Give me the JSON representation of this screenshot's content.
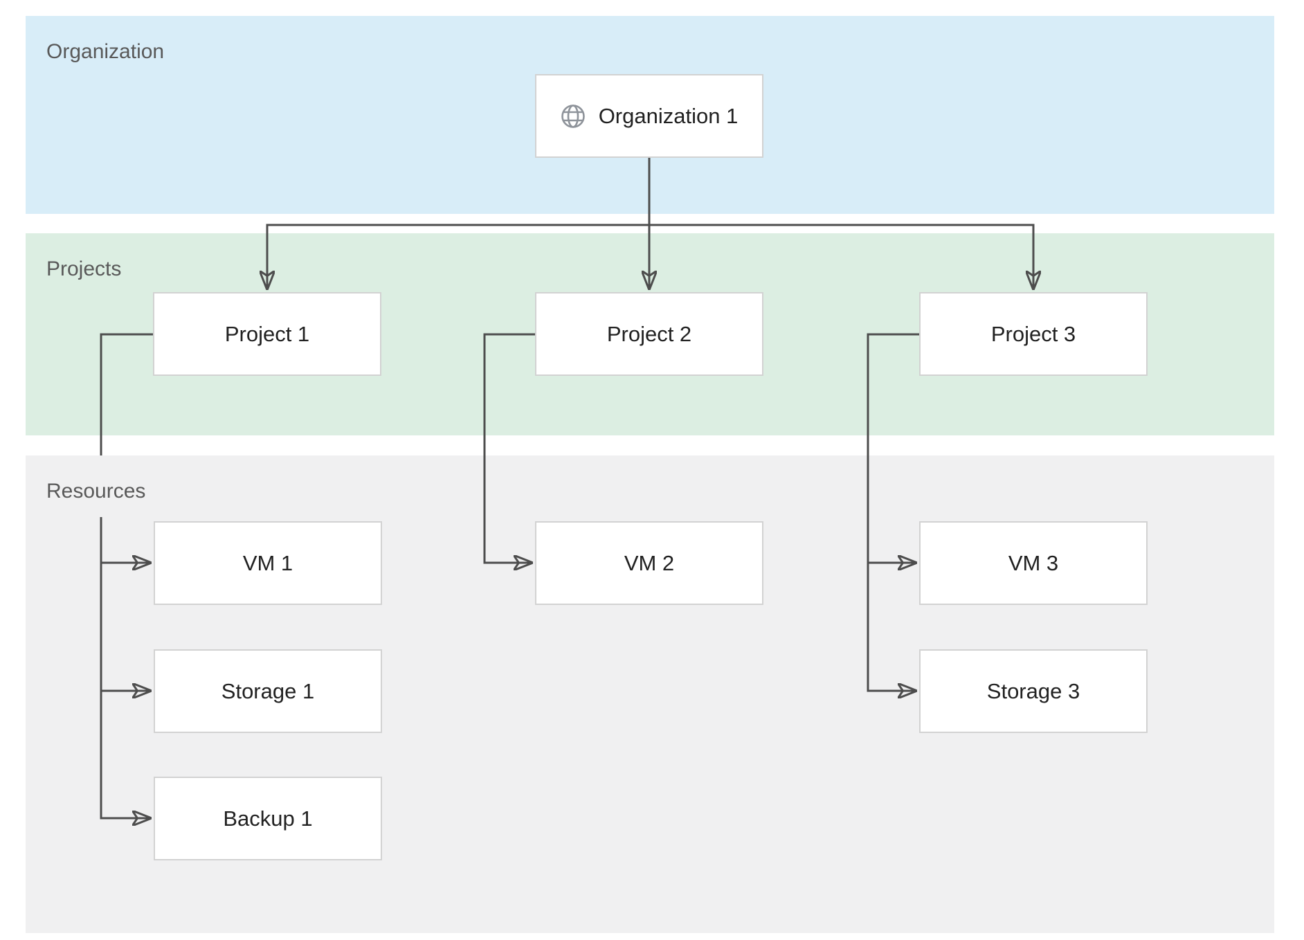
{
  "theme": {
    "organization_band_color": "#d8edf8",
    "projects_band_color": "#dceee2",
    "resources_band_color": "#f0f0f1",
    "band_label_color": "#595959",
    "node_fill_color": "#ffffff",
    "node_border_color": "#d2d2d2",
    "node_text_color": "#212121",
    "connector_color": "#4d4d4d",
    "globe_icon_color": "#8e939a",
    "page_background": "#ffffff"
  },
  "bands": {
    "organization": {
      "label": "Organization"
    },
    "projects": {
      "label": "Projects"
    },
    "resources": {
      "label": "Resources"
    }
  },
  "nodes": {
    "organization1": {
      "label": "Organization 1",
      "icon": "globe"
    },
    "project1": {
      "label": "Project 1"
    },
    "project2": {
      "label": "Project 2"
    },
    "project3": {
      "label": "Project 3"
    },
    "vm1": {
      "label": "VM 1"
    },
    "vm2": {
      "label": "VM 2"
    },
    "vm3": {
      "label": "VM 3"
    },
    "storage1": {
      "label": "Storage 1"
    },
    "storage3": {
      "label": "Storage 3"
    },
    "backup1": {
      "label": "Backup 1"
    }
  },
  "edges": [
    {
      "from": "organization1",
      "to": "project1"
    },
    {
      "from": "organization1",
      "to": "project2"
    },
    {
      "from": "organization1",
      "to": "project3"
    },
    {
      "from": "project1",
      "to": "vm1"
    },
    {
      "from": "project1",
      "to": "storage1"
    },
    {
      "from": "project1",
      "to": "backup1"
    },
    {
      "from": "project2",
      "to": "vm2"
    },
    {
      "from": "project3",
      "to": "vm3"
    },
    {
      "from": "project3",
      "to": "storage3"
    }
  ]
}
